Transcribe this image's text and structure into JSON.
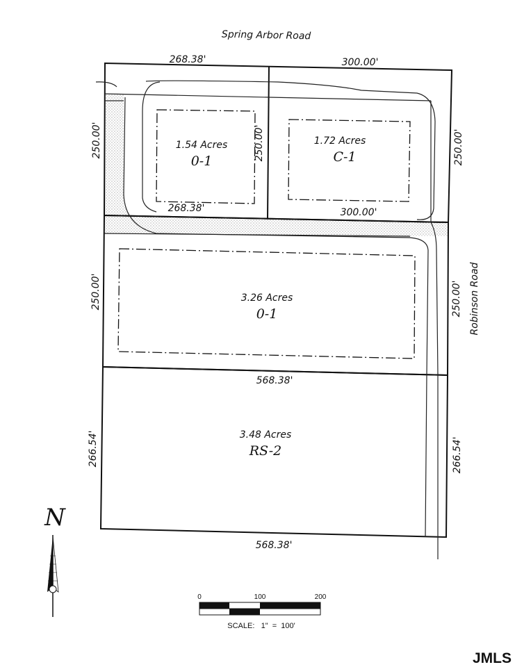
{
  "roads": {
    "north": "Spring Arbor Road",
    "east": "Robinson Road"
  },
  "dimensions": {
    "top_left": "268.38'",
    "top_right": "300.00'",
    "parcel1_west": "250.00'",
    "parcel1_mid": "250.00'",
    "parcel1_east": "250.00'",
    "parcel1_bottom_left": "268.38'",
    "parcel1_bottom_right": "300.00'",
    "parcel2_west": "250.00'",
    "parcel2_east": "250.00'",
    "parcel2_bottom": "568.38'",
    "parcel3_west": "266.54'",
    "parcel3_east": "266.54'",
    "parcel3_bottom": "568.38'"
  },
  "parcels": [
    {
      "acres": "1.54 Acres",
      "zone": "0-1"
    },
    {
      "acres": "1.72 Acres",
      "zone": "C-1"
    },
    {
      "acres": "3.26 Acres",
      "zone": "0-1"
    },
    {
      "acres": "3.48 Acres",
      "zone": "RS-2"
    }
  ],
  "scale_bar": {
    "ticks": [
      "0",
      "100",
      "200"
    ],
    "caption": "SCALE:   1\"  =  100'"
  },
  "north_arrow": {
    "label": "N"
  },
  "watermark": "JMLS"
}
